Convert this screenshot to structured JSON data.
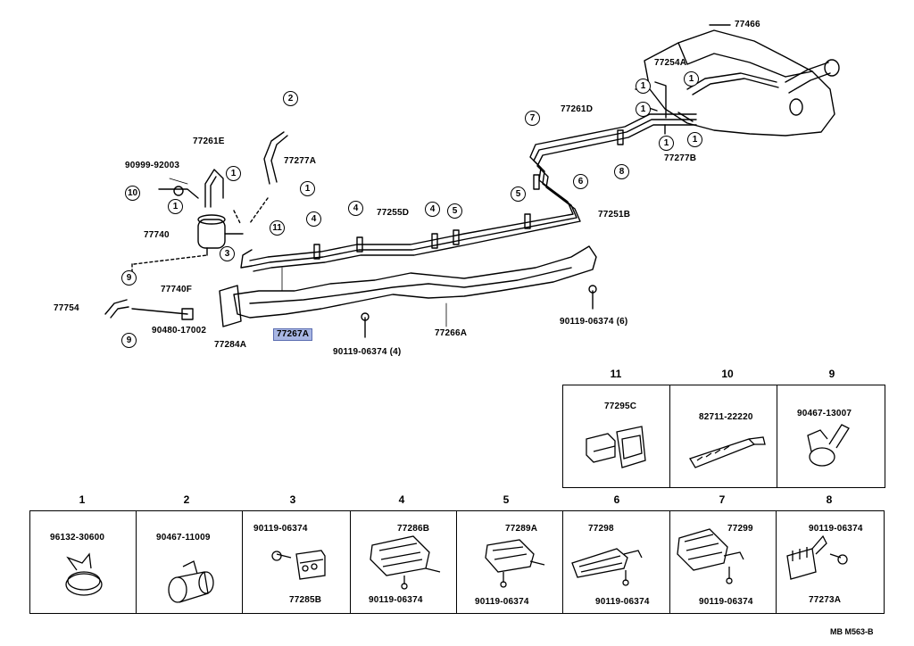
{
  "callouts": {
    "p77466": "77466",
    "p77254A": "77254A",
    "p77261D": "77261D",
    "p77277B": "77277B",
    "p77261E": "77261E",
    "p77277A": "77277A",
    "p90999": "90999-92003",
    "p77255D": "77255D",
    "p77251B": "77251B",
    "p77740": "77740",
    "p77740F": "77740F",
    "p77754": "77754",
    "p90480": "90480-17002",
    "p77284A": "77284A",
    "p77267A": "77267A",
    "p77266A": "77266A",
    "p90119_4": "90119-06374 (4)",
    "p90119_6": "90119-06374 (6)"
  },
  "bubbles": {
    "one": "1",
    "two": "2",
    "three": "3",
    "four": "4",
    "five": "5",
    "six": "6",
    "seven": "7",
    "eight": "8",
    "nine": "9",
    "ten": "10",
    "eleven": "11"
  },
  "upper_cells": [
    {
      "num": "11",
      "label": "77295C"
    },
    {
      "num": "10",
      "label": "82711-22220"
    },
    {
      "num": "9",
      "label": "90467-13007"
    }
  ],
  "lower_cells": [
    {
      "num": "1",
      "labels": [
        "96132-30600"
      ]
    },
    {
      "num": "2",
      "labels": [
        "90467-11009"
      ]
    },
    {
      "num": "3",
      "labels": [
        "90119-06374",
        "77285B"
      ]
    },
    {
      "num": "4",
      "labels": [
        "77286B",
        "90119-06374"
      ]
    },
    {
      "num": "5",
      "labels": [
        "77289A",
        "90119-06374"
      ]
    },
    {
      "num": "6",
      "labels": [
        "77298",
        "90119-06374"
      ]
    },
    {
      "num": "7",
      "labels": [
        "77299",
        "90119-06374"
      ]
    },
    {
      "num": "8",
      "labels": [
        "90119-06374",
        "77273A"
      ]
    }
  ],
  "reference": "MB M563-B"
}
